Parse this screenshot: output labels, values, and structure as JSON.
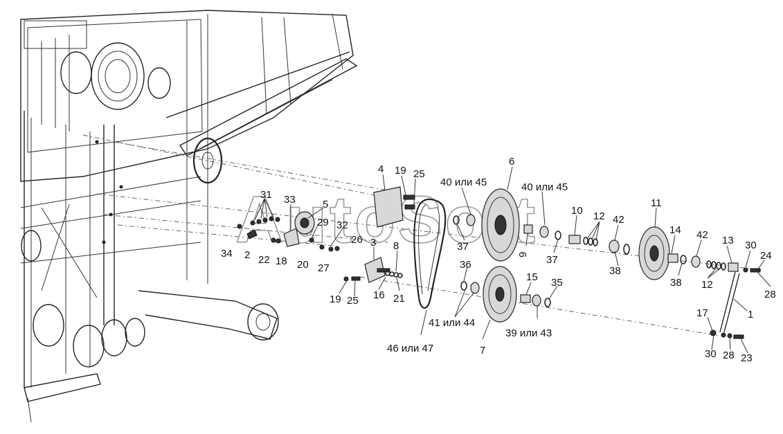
{
  "watermark": "AutoSoft",
  "callouts": [
    {
      "id": "c4",
      "text": "4"
    },
    {
      "id": "c19a",
      "text": "19"
    },
    {
      "id": "c25a",
      "text": "25"
    },
    {
      "id": "c40a",
      "text": "40 или 45"
    },
    {
      "id": "c6",
      "text": "6"
    },
    {
      "id": "c40b",
      "text": "40 или 45"
    },
    {
      "id": "c11",
      "text": "11"
    },
    {
      "id": "c31",
      "text": "31"
    },
    {
      "id": "c33",
      "text": "33"
    },
    {
      "id": "c5",
      "text": "5"
    },
    {
      "id": "c29",
      "text": "29"
    },
    {
      "id": "c32",
      "text": "32"
    },
    {
      "id": "c10",
      "text": "10"
    },
    {
      "id": "c12a",
      "text": "12"
    },
    {
      "id": "c42a",
      "text": "42"
    },
    {
      "id": "c14",
      "text": "14"
    },
    {
      "id": "c42b",
      "text": "42"
    },
    {
      "id": "c13",
      "text": "13"
    },
    {
      "id": "c30a",
      "text": "30"
    },
    {
      "id": "c24",
      "text": "24"
    },
    {
      "id": "c34",
      "text": "34"
    },
    {
      "id": "c2",
      "text": "2"
    },
    {
      "id": "c22",
      "text": "22"
    },
    {
      "id": "c18",
      "text": "18"
    },
    {
      "id": "c20",
      "text": "20"
    },
    {
      "id": "c27",
      "text": "27"
    },
    {
      "id": "c26",
      "text": "26"
    },
    {
      "id": "c3",
      "text": "3"
    },
    {
      "id": "c8",
      "text": "8"
    },
    {
      "id": "c37a",
      "text": "37"
    },
    {
      "id": "c9",
      "text": "9"
    },
    {
      "id": "c37b",
      "text": "37"
    },
    {
      "id": "c38a",
      "text": "38"
    },
    {
      "id": "c38b",
      "text": "38"
    },
    {
      "id": "c12b",
      "text": "12"
    },
    {
      "id": "c28a",
      "text": "28"
    },
    {
      "id": "c36",
      "text": "36"
    },
    {
      "id": "c15",
      "text": "15"
    },
    {
      "id": "c35",
      "text": "35"
    },
    {
      "id": "c19b",
      "text": "19"
    },
    {
      "id": "c25b",
      "text": "25"
    },
    {
      "id": "c16",
      "text": "16"
    },
    {
      "id": "c21",
      "text": "21"
    },
    {
      "id": "c41",
      "text": "41 или 44"
    },
    {
      "id": "c39",
      "text": "39 или 43"
    },
    {
      "id": "c1",
      "text": "1"
    },
    {
      "id": "c17",
      "text": "17"
    },
    {
      "id": "c46",
      "text": "46 или 47"
    },
    {
      "id": "c7",
      "text": "7"
    },
    {
      "id": "c30b",
      "text": "30"
    },
    {
      "id": "c28b",
      "text": "28"
    },
    {
      "id": "c23",
      "text": "23"
    }
  ]
}
